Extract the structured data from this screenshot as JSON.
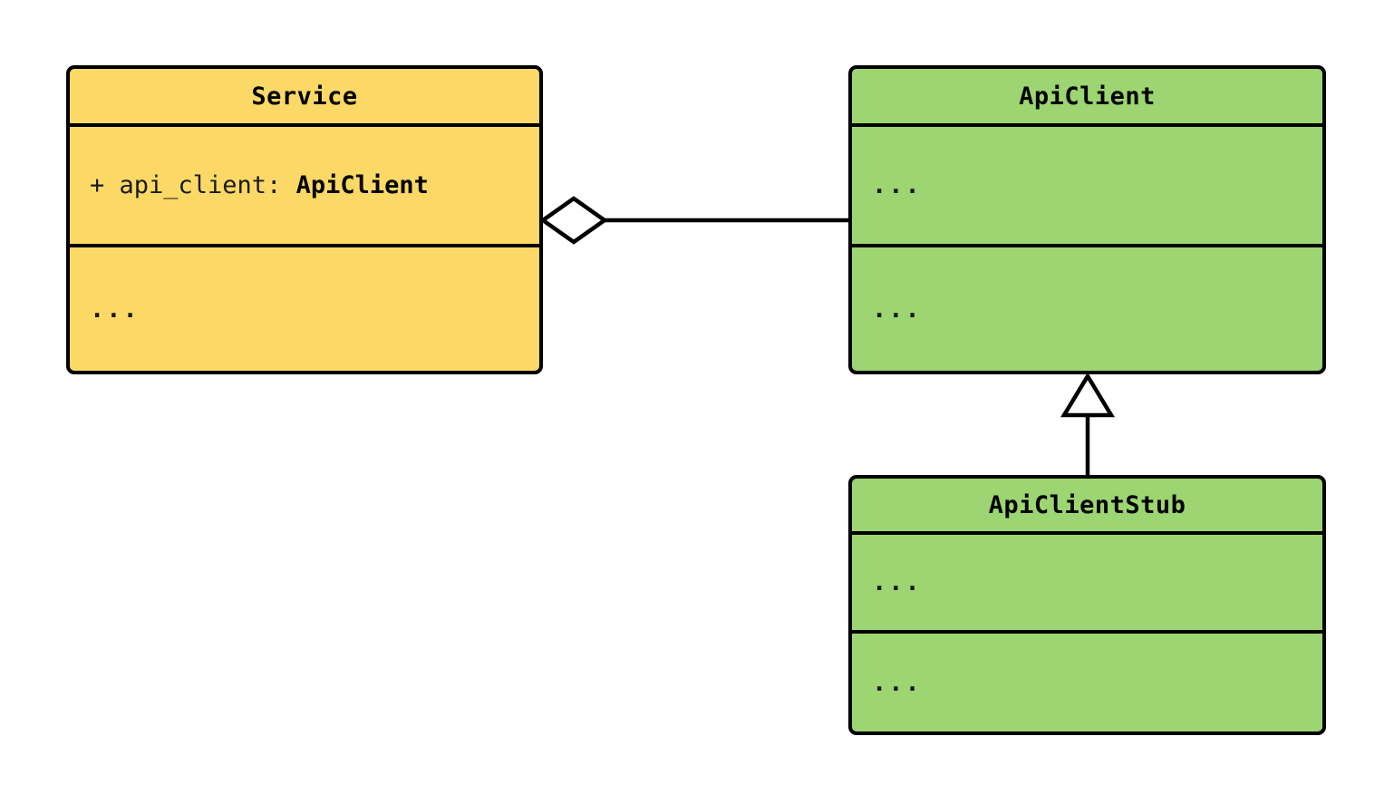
{
  "diagram": {
    "type": "uml-class-diagram",
    "background": "#ffffff",
    "line_color": "#000000"
  },
  "classes": [
    {
      "id": "service",
      "name": "Service",
      "fill": "#fcd966",
      "attributes_label": "+ api_client: ",
      "attributes_type": "ApiClient",
      "operations_label": "..."
    },
    {
      "id": "api-client",
      "name": "ApiClient",
      "fill": "#9cd571",
      "attributes_label": "...",
      "operations_label": "..."
    },
    {
      "id": "api-client-stub",
      "name": "ApiClientStub",
      "fill": "#9cd571",
      "attributes_label": "...",
      "operations_label": "..."
    }
  ],
  "relationships": [
    {
      "id": "aggregation",
      "kind": "aggregation",
      "source": "Service",
      "target": "ApiClient",
      "marker": "hollow-diamond"
    },
    {
      "id": "inheritance",
      "kind": "generalization",
      "source": "ApiClientStub",
      "target": "ApiClient",
      "marker": "hollow-triangle"
    }
  ]
}
